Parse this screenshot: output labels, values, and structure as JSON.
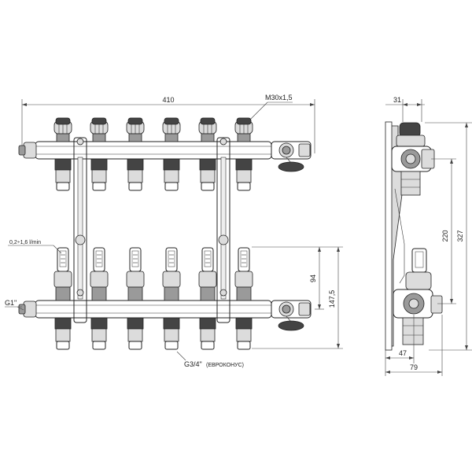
{
  "colors": {
    "stroke": "#222222",
    "dark": "#444444",
    "mid": "#9a9a9a",
    "light": "#dcdcdc"
  },
  "labels": {
    "width_total": "410",
    "thread": "M30x1,5",
    "flow_range": "0,2÷1,6 l/min",
    "inlet": "G1\"",
    "outlet_main": "G3/4\"",
    "outlet_note": "(ЕВРОКОНУС)",
    "dim_94": "94",
    "dim_147": "147,5",
    "dim_31": "31",
    "dim_220": "220",
    "dim_327": "327",
    "dim_47": "47",
    "dim_79": "79"
  },
  "front_view": {
    "outlets": 6
  }
}
